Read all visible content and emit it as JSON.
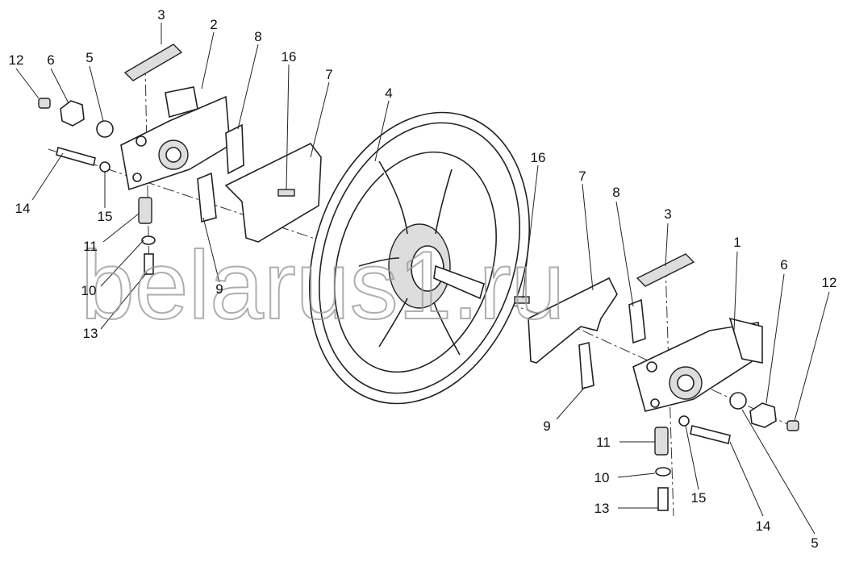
{
  "diagram": {
    "title": "Exploded view of idler wheel assembly",
    "watermark": "belarus1.ru",
    "callouts": [
      "3",
      "2",
      "8",
      "16",
      "7",
      "12",
      "6",
      "5",
      "4",
      "16",
      "7",
      "8",
      "3",
      "1",
      "6",
      "12",
      "14",
      "15",
      "11",
      "10",
      "9",
      "13",
      "9",
      "11",
      "10",
      "13",
      "15",
      "14",
      "5"
    ]
  }
}
